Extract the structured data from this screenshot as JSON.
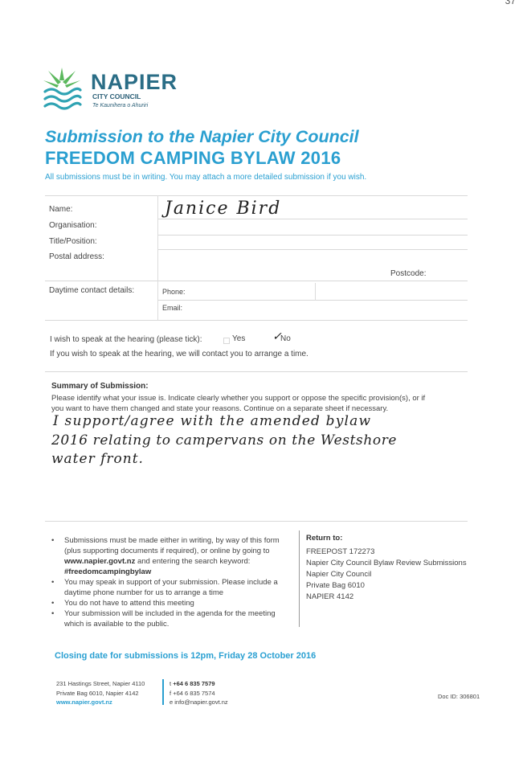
{
  "page_number": "37",
  "logo": {
    "name": "NAPIER",
    "sub": "CITY COUNCIL",
    "maori": "Te Kaunihera o Ahuriri"
  },
  "title": {
    "line1": "Submission to the Napier City Council",
    "line2": "FREEDOM CAMPING BYLAW 2016",
    "intro": "All submissions must be in writing. You may attach a more detailed submission if you wish."
  },
  "form": {
    "name_label": "Name:",
    "name_value": "Janice Bird",
    "organisation_label": "Organisation:",
    "title_label": "Title/Position:",
    "postal_label": "Postal address:",
    "postcode_label": "Postcode:",
    "daytime_label": "Daytime contact details:",
    "phone_label": "Phone:",
    "email_label": "Email:",
    "speak_label": "I wish to speak at the hearing (please tick):",
    "yes_label": "Yes",
    "no_label": "No",
    "no_tick": "✓",
    "speak_note": "If you wish to speak at the hearing, we will contact you to arrange a time."
  },
  "summary": {
    "heading": "Summary of Submission:",
    "instructions_1": "Please identify what your issue is. Indicate clearly whether you support or oppose the specific provision(s), or if",
    "instructions_2": "you want to have them changed and state your reasons. Continue on a separate sheet if necessary.",
    "handwriting_1": "I support/agree with the amended bylaw",
    "handwriting_2": "2016 relating to campervans on the Westshore",
    "handwriting_3": "water front."
  },
  "notes": {
    "b1_a": "Submissions must be made either in writing, by way of this form (plus supporting documents if required), or online by going to ",
    "b1_url": "www.napier.govt.nz",
    "b1_b": " and entering the search keyword: ",
    "b1_kw": "#freedomcampingbylaw",
    "b2": "You may speak in support of your submission. Please include a daytime phone number for us to arrange a time",
    "b3": "You do not have to attend this meeting",
    "b4": "Your submission will be included in the agenda for the meeting which is available to the public."
  },
  "return_to": {
    "heading": "Return to:",
    "lines": [
      "FREEPOST 172273",
      "Napier City Council Bylaw Review Submissions",
      "Napier City Council",
      "Private Bag 6010",
      "NAPIER 4142"
    ]
  },
  "closing": "Closing date for submissions is 12pm, Friday 28 October 2016",
  "footer": {
    "address_1": "231 Hastings Street, Napier 4110",
    "address_2": "Private Bag 6010, Napier 4142",
    "website": "www.napier.govt.nz",
    "t_prefix": "t",
    "phone": "+64 6 835 7579",
    "f_prefix": "f",
    "fax": "+64 6 835 7574",
    "e_prefix": "e",
    "email": "info@napier.govt.nz",
    "doc_id": "Doc ID: 306801"
  },
  "colors": {
    "brand_blue": "#2a9fd0",
    "brand_dark": "#2a6d86",
    "logo_green": "#5bb85d"
  }
}
